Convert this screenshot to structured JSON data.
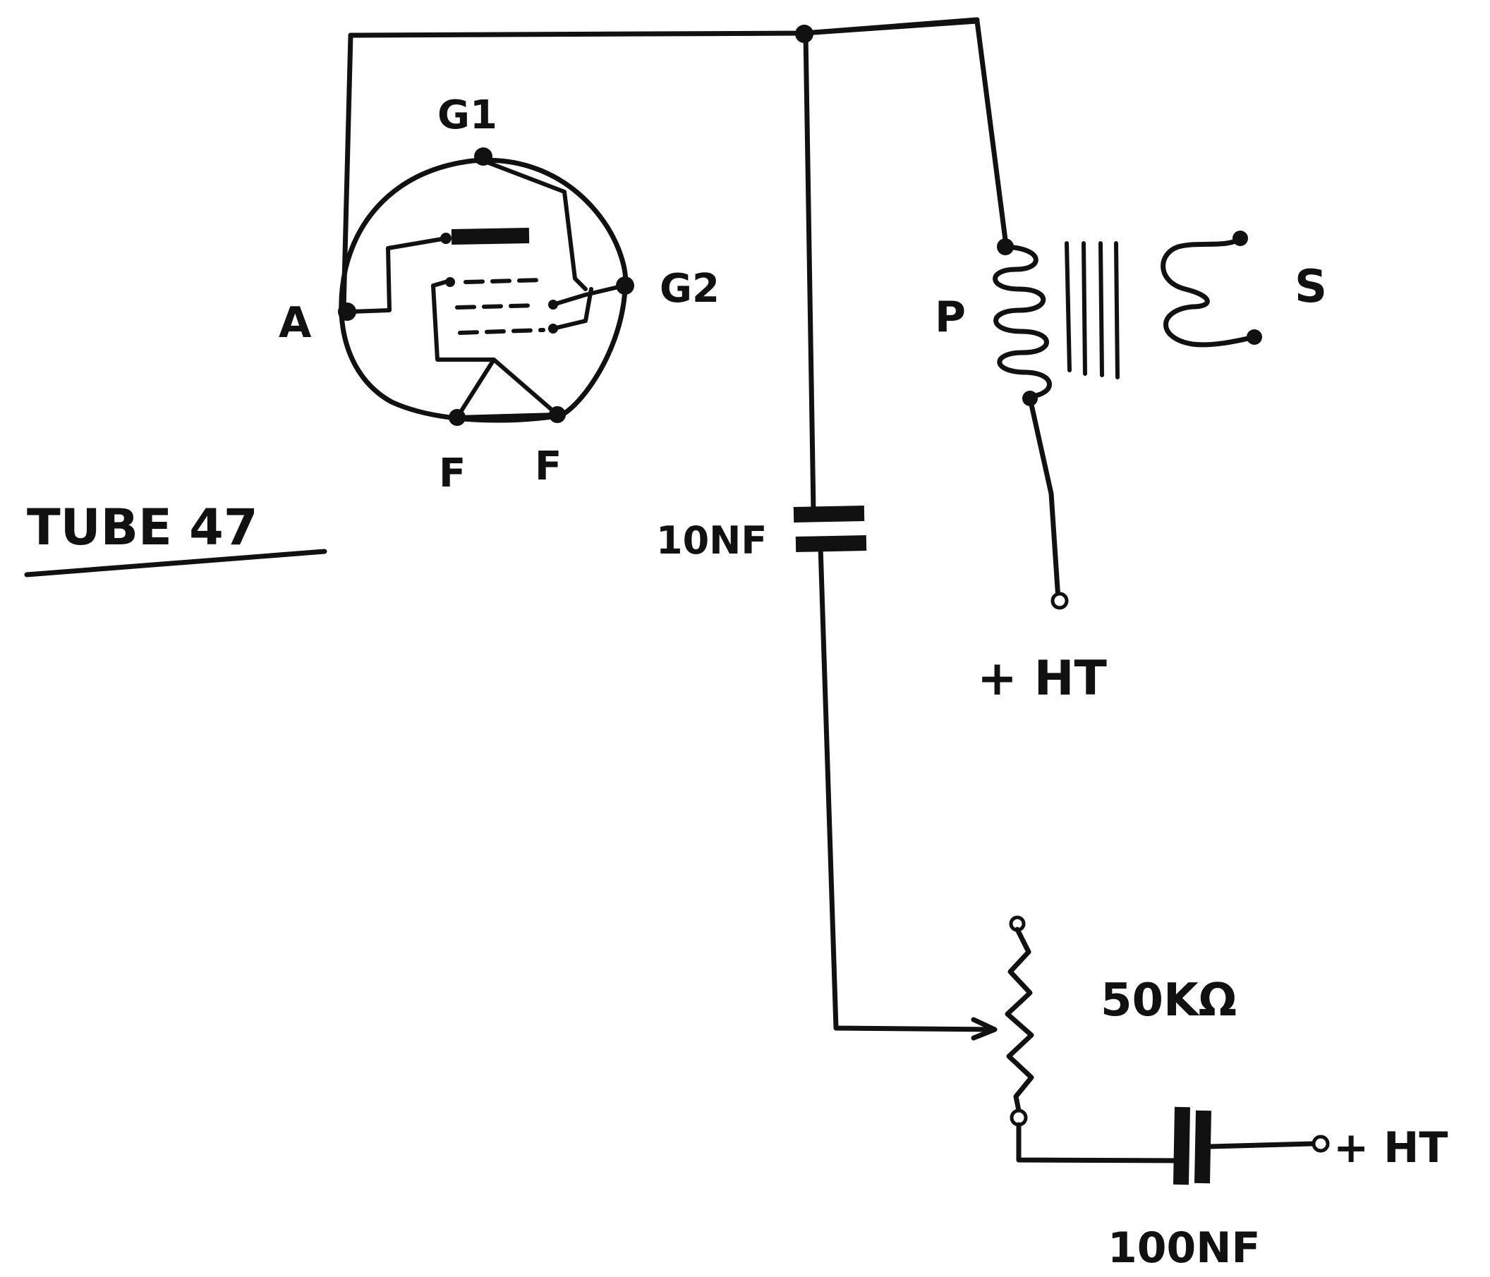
{
  "title": "TUBE 47",
  "tube_pins": {
    "grid1": "G1",
    "grid2": "G2",
    "anode": "A",
    "filament_left": "F",
    "filament_right": "F"
  },
  "transformer": {
    "primary": "P",
    "secondary": "S",
    "supply": "+ HT"
  },
  "components": {
    "coupling_capacitor": "10NF",
    "potentiometer": "50KΩ",
    "bypass_capacitor": "100NF",
    "bottom_supply": "+ HT"
  },
  "colors": {
    "ink": "#111111",
    "paper": "#ffffff"
  }
}
